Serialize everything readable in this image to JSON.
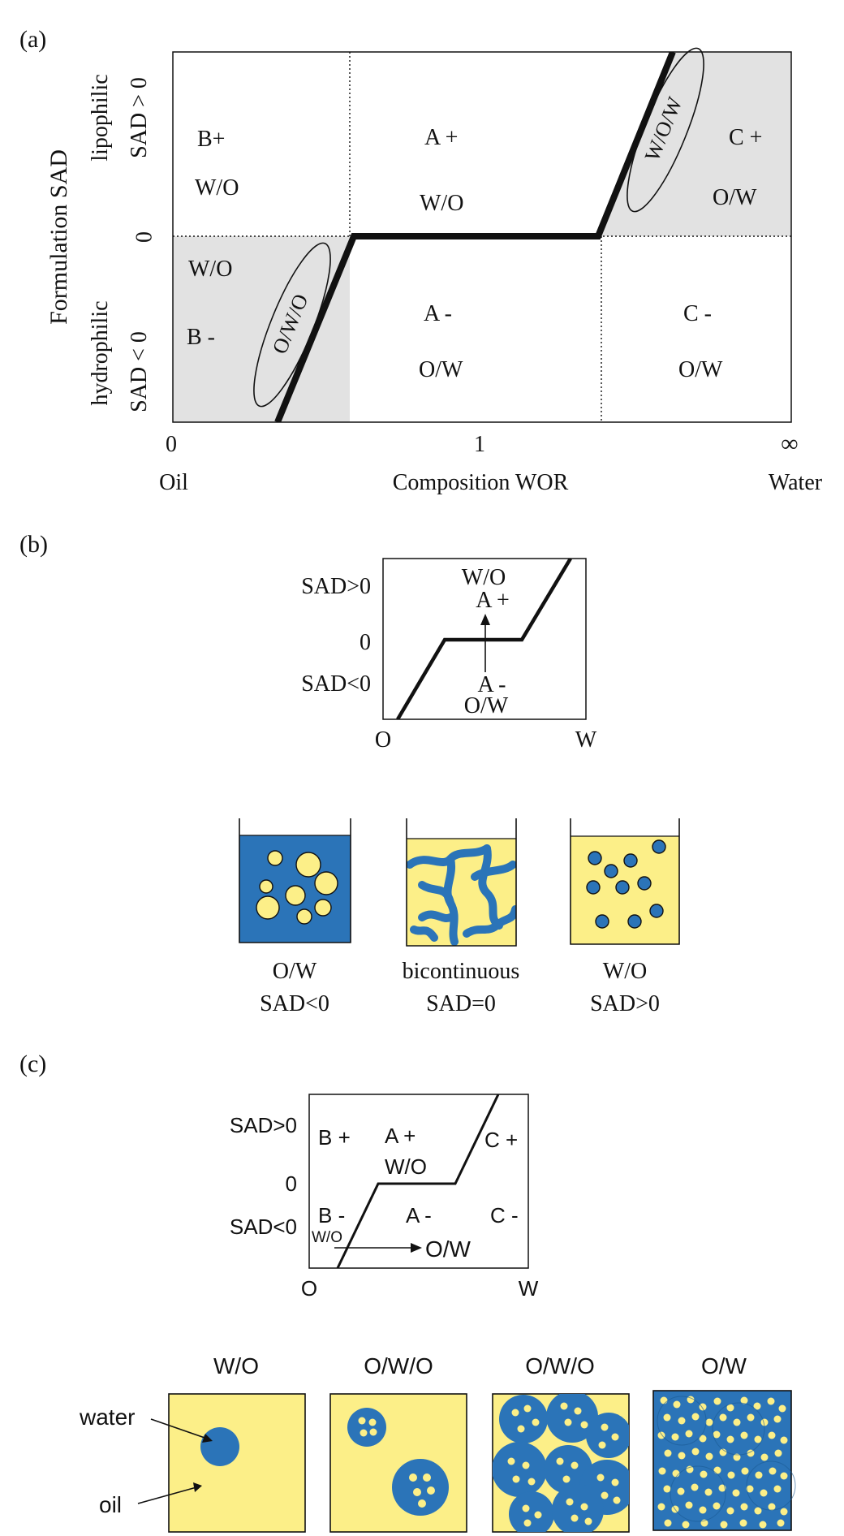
{
  "colors": {
    "blue": "#2b74b8",
    "yellow": "#fcef88",
    "gray": "#e2e2e2",
    "ink": "#111111"
  },
  "panel_a": {
    "label": "(a)",
    "y_title": "Formulation SAD",
    "y_upper_1": "lipophilic",
    "y_upper_2": "SAD > 0",
    "y_lower_1": "hydrophilic",
    "y_lower_2": "SAD < 0",
    "y_zero": "0",
    "x_tick_0": "0",
    "x_tick_1": "1",
    "x_tick_inf": "∞",
    "x_oil": "Oil",
    "x_title": "Composition WOR",
    "x_water": "Water",
    "regions": {
      "bplus": "B+",
      "bplus_type": "W/O",
      "aplus": "A +",
      "aplus_type": "W/O",
      "cplus": "C +",
      "cplus_type": "O/W",
      "bminus_type": "W/O",
      "bminus": "B -",
      "aminus": "A -",
      "aminus_type": "O/W",
      "cminus": "C -",
      "cminus_type": "O/W",
      "owo": "O/W/O",
      "wow": "W/O/W"
    }
  },
  "panel_b": {
    "label": "(b)",
    "sad_pos": "SAD>0",
    "zero": "0",
    "sad_neg": "SAD<0",
    "wo": "W/O",
    "aplus": "A +",
    "aminus": "A -",
    "ow": "O/W",
    "x_o": "O",
    "x_w": "W",
    "beakers": [
      {
        "line1": "O/W",
        "line2": "SAD<0"
      },
      {
        "line1": "bicontinuous",
        "line2": "SAD=0"
      },
      {
        "line1": "W/O",
        "line2": "SAD>0"
      }
    ]
  },
  "panel_c": {
    "label": "(c)",
    "sad_pos": "SAD>0",
    "zero": "0",
    "sad_neg": "SAD<0",
    "bplus": "B +",
    "aplus": "A +",
    "aplus_type": "W/O",
    "cplus": "C +",
    "bminus": "B -",
    "bminus_type": "W/O",
    "aminus": "A -",
    "cminus": "C -",
    "ow": "O/W",
    "x_o": "O",
    "x_w": "W",
    "squares": [
      "W/O",
      "O/W/O",
      "O/W/O",
      "O/W"
    ],
    "water_label": "water",
    "oil_label": "oil"
  }
}
